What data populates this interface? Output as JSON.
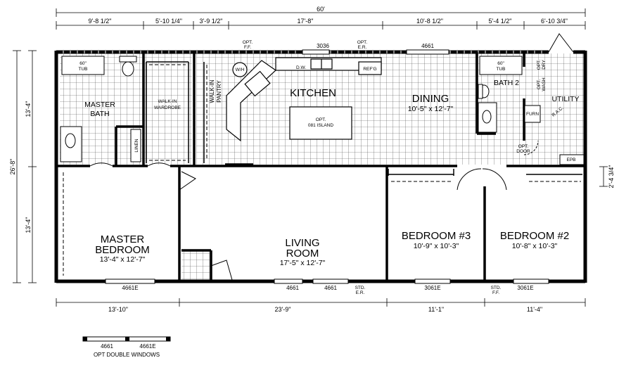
{
  "dimensions": {
    "overall_width": "60'",
    "overall_depth": "26'-8\"",
    "left_upper": "13'-4\"",
    "left_lower": "13'-4\"",
    "right_offset": "2'-4 3/4\"",
    "top": [
      "9'-8 1/2\"",
      "5'-10 1/4\"",
      "3'-9 1/2\"",
      "17'-8\"",
      "10'-8 1/2\"",
      "5'-4 1/2\"",
      "6'-10 3/4\""
    ],
    "bottom": [
      "13'-10\"",
      "23'-9\"",
      "11'-1\"",
      "11'-4\""
    ]
  },
  "rooms": {
    "master_bath": "MASTER\nBATH",
    "walk_in_wardrobe": "WALK-IN\nWARDROBE",
    "walk_in_pantry": "WALK-IN\nPANTRY",
    "kitchen": "KITCHEN",
    "dining": "DINING",
    "dining_size": "10'-5\" x 12'-7\"",
    "bath2": "BATH 2",
    "utility": "UTILITY",
    "master_bedroom": "MASTER\nBEDROOM",
    "master_bedroom_size": "13'-4\" x 12'-7\"",
    "living_room": "LIVING\nROOM",
    "living_room_size": "17'-5\" x 12'-7\"",
    "bedroom3": "BEDROOM #3",
    "bedroom3_size": "10'-9\" x 10'-3\"",
    "bedroom2": "BEDROOM #2",
    "bedroom2_size": "10'-8\" x 10'-3\""
  },
  "fixtures": {
    "tub_master": "60\"\nTUB",
    "tub_bath2": "60\"\nTUB",
    "linen": "LINEN",
    "water_heater": "W/H",
    "dishwasher": "D.W.",
    "opt_ff": "OPT.\nF.F.",
    "opt_er_top": "OPT.\nE.R.",
    "refrigerator": "REF'G",
    "island": "OPT.\n081 ISLAND",
    "opt_dry": "OPT.\nDRY",
    "opt_wash": "OPT.\nWASH",
    "rac": "R.A.C.",
    "furnace": "FURN",
    "opt_door": "OPT.\nDOOR",
    "epb": "EPB"
  },
  "windows": {
    "kitchen_sink": "3036",
    "dining": "4661",
    "master_bedroom": "4661E",
    "living_1": "4661",
    "living_2": "4661",
    "std_er": "STD.\nE.R.",
    "bedroom3": "3061E",
    "std_ff": "STD.\nF.F.",
    "bedroom2": "3061E"
  },
  "legend": {
    "left": "4661",
    "right": "4661E",
    "caption": "OPT DOUBLE WINDOWS"
  }
}
